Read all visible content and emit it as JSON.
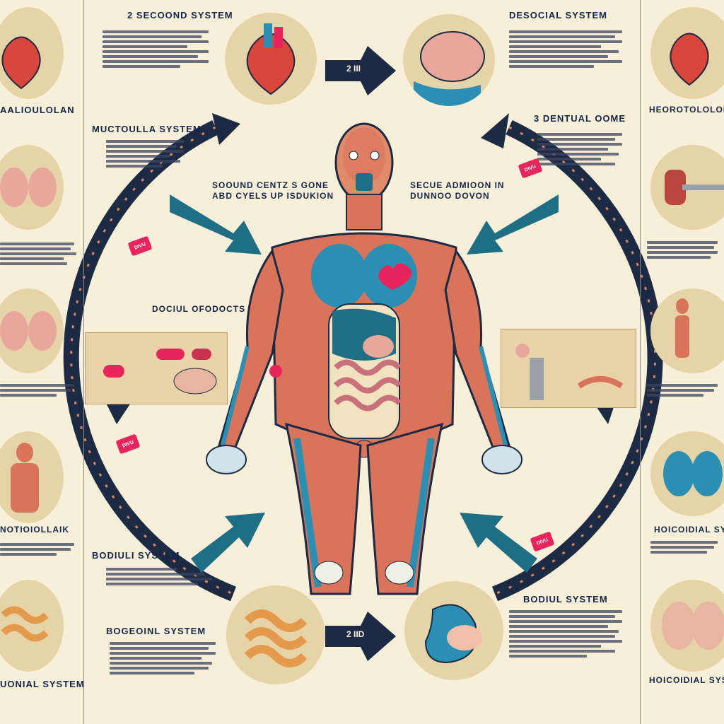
{
  "headings": {
    "top_center_left": "2 SECOOND SYSTEM",
    "top_right": "DESOCIAL SYSTEM",
    "left_1": "AALIOULOLAN",
    "left_2": "MUCTOULLA SYSTEM",
    "mid_right": "3 DENTUAL OOME",
    "right_1": "HEOROTOLOLOE",
    "center_left_title": "SOOUND CENTZ S GONE\nABD CYELS UP ISDUKION",
    "center_right_title": "SECUE ADMIOON IN\nDUNNOO DOVON",
    "left_mid": "DOCIUL OFODOCTS",
    "left_3": "NOTIOIOLLAIK",
    "left_4": "BODIULI SYSTEM",
    "left_5": "BOGEOINL SYSTEM",
    "left_6": "UONIAL SYSTEM",
    "bottom_right": "BODIUL SYSTEM",
    "right_2": "HOICOIDIAL SYSTE",
    "right_3": "HOICOIDIAL SYSTE"
  },
  "badges": [
    "DIVU",
    "DIVU",
    "DIVU",
    "DIVU"
  ],
  "bar_labels": [
    "2 III",
    "2 IID"
  ],
  "colors": {
    "background": "#f7efd8",
    "navy": "#1c2a44",
    "teal": "#1e6f86",
    "muscle": "#d9735a",
    "accent": "#e8245c"
  }
}
